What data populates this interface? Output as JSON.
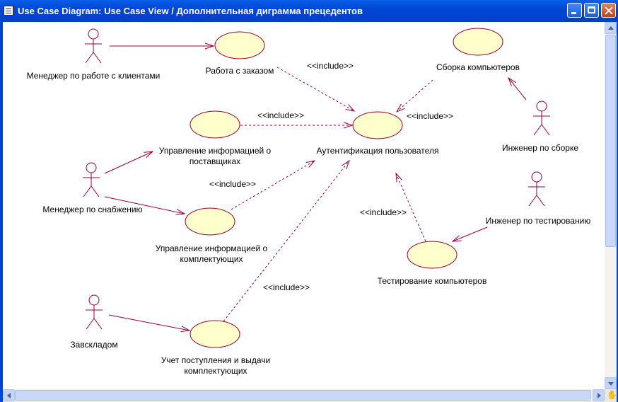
{
  "window": {
    "title": "Use Case Diagram: Use Case View / Дополнительная диграмма прецедентов"
  },
  "colors": {
    "use_case_fill": "#ffffcc",
    "line": "#990033",
    "title_bar": "#0046d5"
  },
  "icons": {
    "app": "document-icon",
    "minimize": "minimize-icon",
    "maximize": "maximize-icon",
    "close": "close-icon",
    "corner": "hand-icon"
  },
  "diagram": {
    "actors": {
      "client_manager": "Менеджер по работе с клиентами",
      "supply_manager": "Менеджер по снабжению",
      "warehouse_head": "Завскладом",
      "assembly_engineer": "Инженер по сборке",
      "testing_engineer": "Инженер по тестированию"
    },
    "use_cases": {
      "order_work": "Работа с заказом",
      "assembly": "Сборка компьютеров",
      "auth": "Аутентификация пользователя",
      "supplier_info": "Управление информацией о поставщиках",
      "component_info": "Управление информацией о комплектующих",
      "testing": "Тестирование компьютеров",
      "receipt": "Учет поступления и выдачи комплектующих"
    },
    "stereotypes": {
      "inc_order": "<<include>>",
      "inc_supplier": "<<include>>",
      "inc_assembly": "<<include>>",
      "inc_component": "<<include>>",
      "inc_testing": "<<include>>",
      "inc_receipt": "<<include>>"
    }
  },
  "corner": {
    "glyph": "✋"
  }
}
